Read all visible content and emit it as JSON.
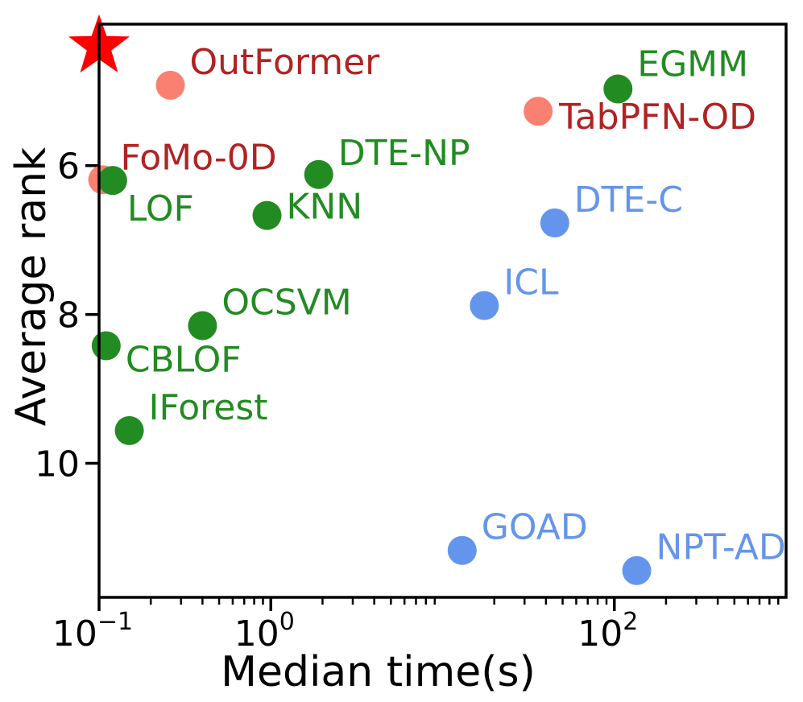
{
  "chart_data": {
    "type": "scatter",
    "xlabel": "Median time(s)",
    "ylabel": "Average rank",
    "xscale": "log",
    "xlim": [
      0.1,
      1000
    ],
    "ylim": [
      11.8,
      4.1
    ],
    "y_inverted": true,
    "x_ticks": [
      {
        "value": 0.1,
        "base": "10",
        "exp": "−1"
      },
      {
        "value": 1,
        "base": "10",
        "exp": "0"
      },
      {
        "value": 100,
        "base": "10",
        "exp": "2"
      }
    ],
    "y_ticks": [
      {
        "value": 6,
        "label": "6"
      },
      {
        "value": 8,
        "label": "8"
      },
      {
        "value": 10,
        "label": "10"
      }
    ],
    "colors": {
      "red": "#fa8072",
      "green": "#228b22",
      "blue": "#6495ed",
      "red_text": "#b22222",
      "star": "#ff0000"
    },
    "star": {
      "x": 0.1,
      "y": 4.4
    },
    "points": [
      {
        "label": "OutFormer",
        "x": 0.26,
        "y": 4.92,
        "color": "red",
        "text_color": "red_text",
        "anchor": "start",
        "dx": 24,
        "dy": -14
      },
      {
        "label": "TabPFN-OD",
        "x": 36,
        "y": 5.27,
        "color": "red",
        "text_color": "red_text",
        "anchor": "start",
        "dx": 26,
        "dy": 22
      },
      {
        "label": "EGMM",
        "x": 105,
        "y": 4.97,
        "color": "green",
        "text_color": "green",
        "anchor": "start",
        "dx": 24,
        "dy": -16
      },
      {
        "label": "FoMo-0D",
        "x": 0.105,
        "y": 6.19,
        "color": "red",
        "text_color": "red_text",
        "anchor": "start",
        "dx": 22,
        "dy": -13
      },
      {
        "label": "LOF",
        "x": 0.12,
        "y": 6.2,
        "color": "green",
        "text_color": "green",
        "anchor": "start",
        "dx": 18,
        "dy": 50
      },
      {
        "label": "DTE-NP",
        "x": 1.9,
        "y": 6.12,
        "color": "green",
        "text_color": "green",
        "anchor": "start",
        "dx": 24,
        "dy": -12
      },
      {
        "label": "KNN",
        "x": 0.95,
        "y": 6.67,
        "color": "green",
        "text_color": "green",
        "anchor": "start",
        "dx": 24,
        "dy": 4
      },
      {
        "label": "DTE-C",
        "x": 45,
        "y": 6.77,
        "color": "blue",
        "text_color": "blue",
        "anchor": "start",
        "dx": 24,
        "dy": -14
      },
      {
        "label": "ICL",
        "x": 17.5,
        "y": 7.88,
        "color": "blue",
        "text_color": "blue",
        "anchor": "start",
        "dx": 24,
        "dy": -14
      },
      {
        "label": "OCSVM",
        "x": 0.4,
        "y": 8.15,
        "color": "green",
        "text_color": "green",
        "anchor": "start",
        "dx": 24,
        "dy": -14
      },
      {
        "label": "CBLOF",
        "x": 0.11,
        "y": 8.42,
        "color": "green",
        "text_color": "green",
        "anchor": "start",
        "dx": 24,
        "dy": 32
      },
      {
        "label": "IForest",
        "x": 0.15,
        "y": 9.56,
        "color": "green",
        "text_color": "green",
        "anchor": "start",
        "dx": 24,
        "dy": -14
      },
      {
        "label": "GOAD",
        "x": 13,
        "y": 11.17,
        "color": "blue",
        "text_color": "blue",
        "anchor": "start",
        "dx": 24,
        "dy": -14
      },
      {
        "label": "NPT-AD",
        "x": 135,
        "y": 11.44,
        "color": "blue",
        "text_color": "blue",
        "anchor": "start",
        "dx": 24,
        "dy": -14
      }
    ]
  }
}
